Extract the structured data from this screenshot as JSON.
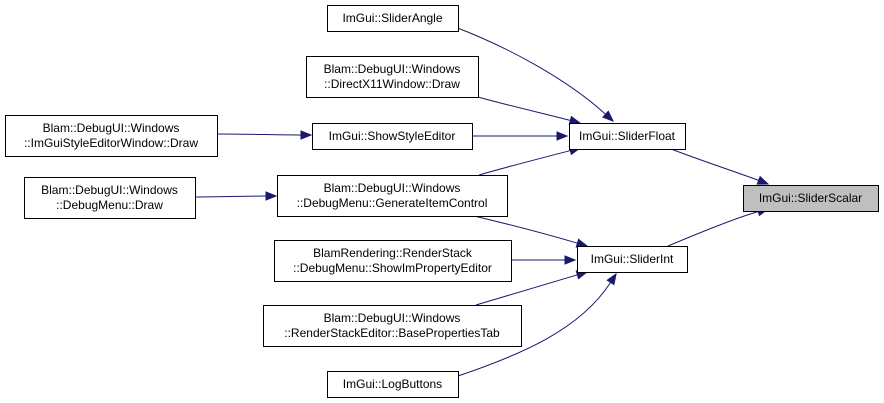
{
  "colors": {
    "edge": "#191970",
    "highlight_fill": "#bfbfbf",
    "node_fill": "#ffffff",
    "node_border": "#000000"
  },
  "nodes": {
    "slider_scalar": {
      "lines": [
        "ImGui::SliderScalar"
      ]
    },
    "slider_float": {
      "lines": [
        "ImGui::SliderFloat"
      ]
    },
    "slider_int": {
      "lines": [
        "ImGui::SliderInt"
      ]
    },
    "slider_angle": {
      "lines": [
        "ImGui::SliderAngle"
      ]
    },
    "dx11_draw": {
      "lines": [
        "Blam::DebugUI::Windows",
        "::DirectX11Window::Draw"
      ]
    },
    "show_style_editor": {
      "lines": [
        "ImGui::ShowStyleEditor"
      ]
    },
    "style_editor_window_draw": {
      "lines": [
        "Blam::DebugUI::Windows",
        "::ImGuiStyleEditorWindow::Draw"
      ]
    },
    "generate_item_control": {
      "lines": [
        "Blam::DebugUI::Windows",
        "::DebugMenu::GenerateItemControl"
      ]
    },
    "debug_menu_draw": {
      "lines": [
        "Blam::DebugUI::Windows",
        "::DebugMenu::Draw"
      ]
    },
    "show_im_property_editor": {
      "lines": [
        "BlamRendering::RenderStack",
        "::DebugMenu::ShowImPropertyEditor"
      ]
    },
    "base_properties_tab": {
      "lines": [
        "Blam::DebugUI::Windows",
        "::RenderStackEditor::BasePropertiesTab"
      ]
    },
    "log_buttons": {
      "lines": [
        "ImGui::LogButtons"
      ]
    }
  },
  "edges": [
    {
      "from": "slider_float",
      "to": "slider_scalar"
    },
    {
      "from": "slider_int",
      "to": "slider_scalar"
    },
    {
      "from": "slider_angle",
      "to": "slider_float"
    },
    {
      "from": "dx11_draw",
      "to": "slider_float"
    },
    {
      "from": "show_style_editor",
      "to": "slider_float"
    },
    {
      "from": "generate_item_control",
      "to": "slider_float"
    },
    {
      "from": "style_editor_window_draw",
      "to": "show_style_editor"
    },
    {
      "from": "debug_menu_draw",
      "to": "generate_item_control"
    },
    {
      "from": "generate_item_control",
      "to": "slider_int"
    },
    {
      "from": "show_im_property_editor",
      "to": "slider_int"
    },
    {
      "from": "base_properties_tab",
      "to": "slider_int"
    },
    {
      "from": "log_buttons",
      "to": "slider_int"
    }
  ]
}
